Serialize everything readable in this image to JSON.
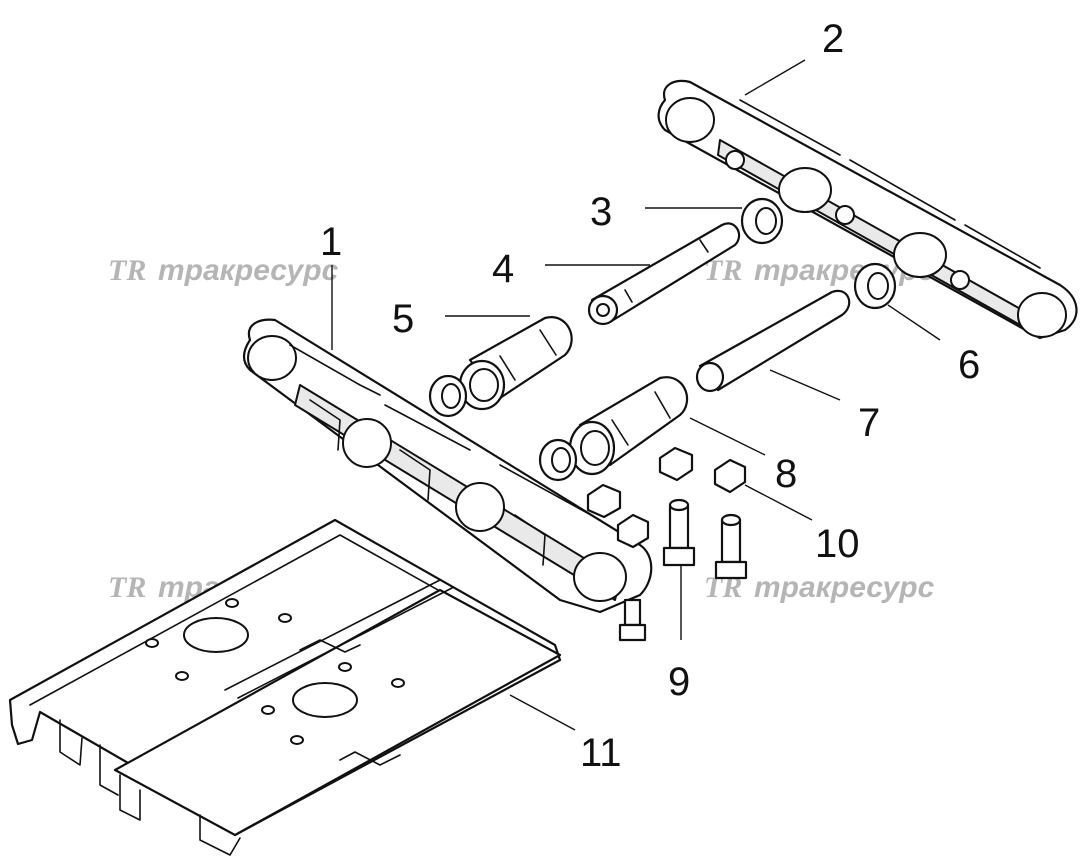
{
  "watermark": {
    "logo": "TR",
    "text": "тракресурс",
    "color": "#b5b5b5"
  },
  "callouts": [
    {
      "id": "1",
      "label": "1"
    },
    {
      "id": "2",
      "label": "2"
    },
    {
      "id": "3",
      "label": "3"
    },
    {
      "id": "4",
      "label": "4"
    },
    {
      "id": "5",
      "label": "5"
    },
    {
      "id": "6",
      "label": "6"
    },
    {
      "id": "7",
      "label": "7"
    },
    {
      "id": "8",
      "label": "8"
    },
    {
      "id": "9",
      "label": "9"
    },
    {
      "id": "10",
      "label": "10"
    },
    {
      "id": "11",
      "label": "11"
    }
  ]
}
